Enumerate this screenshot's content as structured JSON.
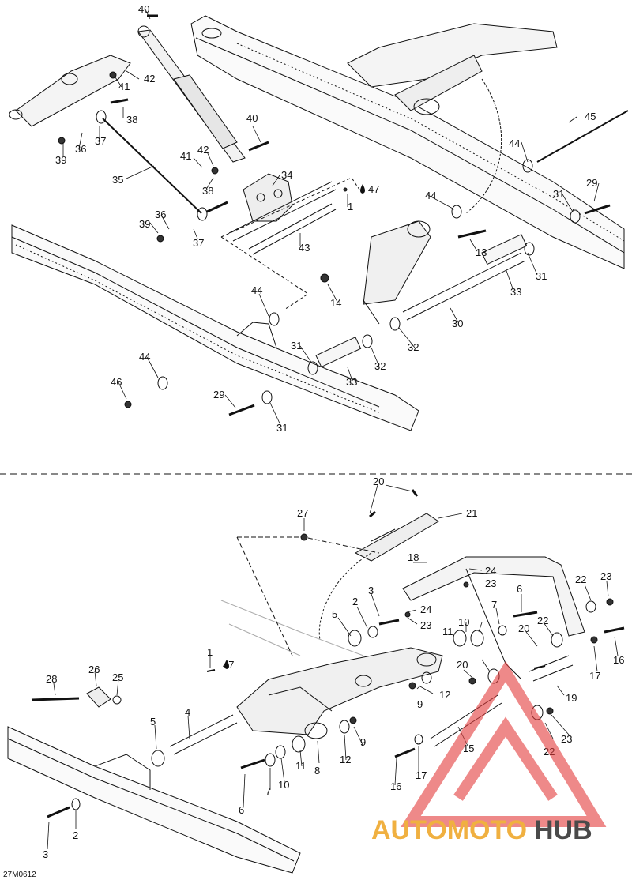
{
  "diagram_code": "27M0612",
  "watermark": {
    "text_a": "AUTOMOTO",
    "text_b": "HUB",
    "color_a": "#f0b040",
    "color_b": "#4a4a4a",
    "logo_color": "#e23b3b"
  },
  "upper_callouts": [
    "40",
    "41",
    "42",
    "38",
    "37",
    "36",
    "39",
    "35",
    "40",
    "41",
    "42",
    "38",
    "34",
    "47",
    "1",
    "36",
    "39",
    "37",
    "43",
    "44",
    "45",
    "44",
    "31",
    "29",
    "13",
    "31",
    "33",
    "30",
    "14",
    "44",
    "31",
    "32",
    "32",
    "33",
    "44",
    "46",
    "29",
    "31"
  ],
  "lower_callouts": [
    "20",
    "21",
    "27",
    "18",
    "24",
    "23",
    "3",
    "2",
    "24",
    "23",
    "6",
    "5",
    "7",
    "22",
    "23",
    "10",
    "11",
    "22",
    "20",
    "16",
    "1",
    "47",
    "26",
    "25",
    "28",
    "20",
    "9",
    "12",
    "17",
    "19",
    "5",
    "4",
    "22",
    "23",
    "9",
    "12",
    "8",
    "11",
    "10",
    "7",
    "17",
    "15",
    "16",
    "6",
    "2",
    "3"
  ]
}
